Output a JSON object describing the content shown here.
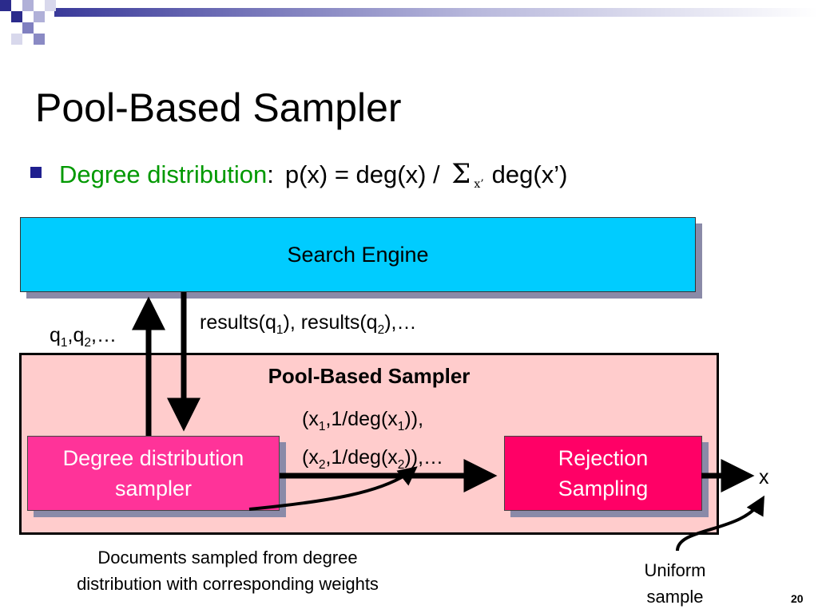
{
  "slide": {
    "title": "Pool-Based Sampler",
    "bullet": {
      "label": "Degree distribution",
      "separator": ":",
      "formula_left": "p(x) = deg(x) / ",
      "sigma": "Σ",
      "sigma_subscript": "x’",
      "formula_right": "deg(x’)"
    },
    "page_number": "20"
  },
  "diagram": {
    "search_engine_label": "Search Engine",
    "pool_label": "Pool-Based Sampler",
    "degree_sampler_line1": "Degree distribution",
    "degree_sampler_line2": "sampler",
    "rejection_line1": "Rejection",
    "rejection_line2": "Sampling",
    "queries": {
      "q": "q",
      "sep": ",",
      "tail": ",…",
      "sub1": "1",
      "sub2": "2"
    },
    "results": {
      "part1": "results(q",
      "sub1": "1",
      "mid": "), results(q",
      "sub2": "2",
      "end": "),…"
    },
    "weights": {
      "l1_a": "(x",
      "l1_s1": "1",
      "l1_b": ",1/deg(x",
      "l1_s2": "1",
      "l1_c": ")),",
      "l2_a": "(x",
      "l2_s1": "2",
      "l2_b": ",1/deg(x",
      "l2_s2": "2",
      "l2_c": ")),…"
    },
    "output_label": "x",
    "caption_documents_line1": "Documents sampled from degree",
    "caption_documents_line2": "distribution with corresponding weights",
    "caption_uniform_line1": "Uniform",
    "caption_uniform_line2": "sample"
  },
  "colors": {
    "search_engine": "#00ccff",
    "pool_background": "#ffcccc",
    "degree_sampler": "#ff3399",
    "rejection_sampling": "#ff0066",
    "highlight_text": "#009900",
    "bullet": "#1f1f8f"
  }
}
